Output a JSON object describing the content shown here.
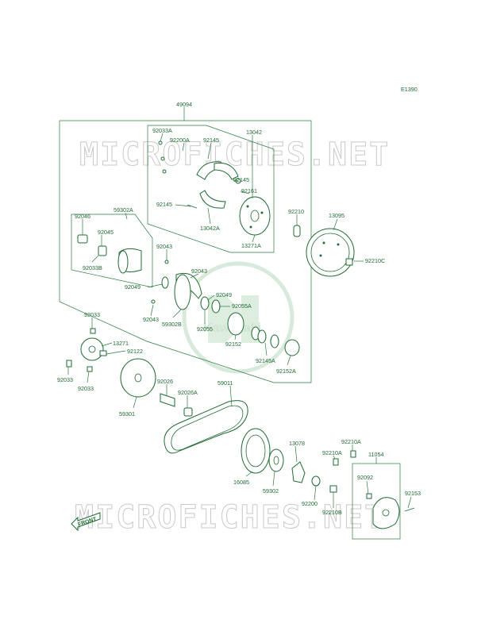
{
  "diagram_code": "E1390",
  "watermark": "MICROFICHES.NET",
  "brand_logo_text": "Kawasaki",
  "front_label": "FRONT",
  "callouts": {
    "p49094": "49094",
    "p92033A": "92033A",
    "p92200A": "92200A",
    "p92145a": "92145",
    "p13042": "13042",
    "p92145b": "92145",
    "p92161": "92161",
    "p92145c": "92145",
    "p13042A": "13042A",
    "p13271A": "13271A",
    "p92210": "92210",
    "p13095": "13095",
    "p92210C": "92210C",
    "p92046": "92046",
    "p59302A": "59302A",
    "p92045": "92045",
    "p92043a": "92043",
    "p92033B": "92033B",
    "p92043b": "92043",
    "p92049a": "92049",
    "p92049b": "92049",
    "p92055A": "92055A",
    "p92043c": "92043",
    "p59302B": "59302B",
    "p92055": "92055",
    "p92152": "92152",
    "p92145A": "92145A",
    "p92152A": "92152A",
    "p92033a": "92033",
    "p13271": "13271",
    "p92122": "92122",
    "p92033b": "92033",
    "p92033c": "92033",
    "p92026": "92026",
    "p92026A": "92026A",
    "p59011": "59011",
    "p59301": "59301",
    "p13078": "13078",
    "p92210A1": "92210A",
    "p92210A2": "92210A",
    "p11054": "11054",
    "p92092": "92092",
    "p16085": "16085",
    "p59302": "59302",
    "p92200": "92200",
    "p92210B": "92210B",
    "p92153": "92153"
  }
}
